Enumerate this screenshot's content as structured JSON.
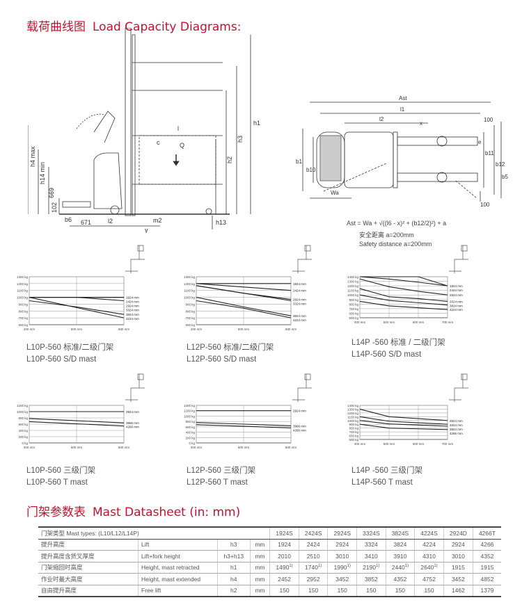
{
  "load_section": {
    "title_cn": "载荷曲线图",
    "title_en": "Load Capacity Diagrams:"
  },
  "side_view_labels": [
    "h4 max",
    "h14 min",
    "h3",
    "h2",
    "h1",
    "h13",
    "m2",
    "l",
    "c",
    "Q",
    "l2",
    "y",
    "671",
    "b6",
    "102",
    "669"
  ],
  "top_view_labels": [
    "Ast",
    "l1",
    "l2",
    "x",
    "100",
    "b1",
    "b10",
    "b11",
    "b12",
    "b5",
    "e",
    "Wa",
    "100"
  ],
  "formula": {
    "text": "Ast = Wa + √((l6 - x)² + (b12/2)²) + a",
    "cn": "安全距离  a=200mm",
    "en": "Safety distance  a=200mm"
  },
  "chart_data": [
    {
      "type": "line",
      "title_cn": "L10P-560 标准/二级门架",
      "title_en": "L10P-560 S/D mast",
      "ylim": [
        600,
        1300
      ],
      "yticks": [
        "1300 kg",
        "1200 kg",
        "1100 kg",
        "1000 kg",
        "900 kg",
        "800 kg",
        "700 kg",
        "600 kg"
      ],
      "x": [
        400,
        500,
        600
      ],
      "xticks": [
        "400 mm",
        "500 mm",
        "600 mm"
      ],
      "series": [
        {
          "name": "1924 mm",
          "values": [
            1000,
            1000,
            1000
          ]
        },
        {
          "name": "2424 mm",
          "values": [
            1000,
            1000,
            1000
          ]
        },
        {
          "name": "2924 mm",
          "values": [
            1000,
            1000,
            1000
          ]
        },
        {
          "name": "3324 mm",
          "values": [
            1000,
            1000,
            950
          ]
        },
        {
          "name": "3824 mm",
          "values": [
            950,
            860,
            750
          ]
        },
        {
          "name": "4224 mm",
          "values": [
            1000,
            850,
            700
          ]
        }
      ]
    },
    {
      "type": "line",
      "title_cn": "L12P-560 标准/二级门架",
      "title_en": "L12P-560 S/D mast",
      "ylim": [
        600,
        1300
      ],
      "yticks": [
        "1300 kg",
        "1200 kg",
        "1100 kg",
        "1000 kg",
        "900 kg",
        "800 kg",
        "700 kg",
        "600 kg"
      ],
      "x": [
        400,
        500,
        600
      ],
      "xticks": [
        "400 mm",
        "500 mm",
        "600 mm"
      ],
      "series": [
        {
          "name": "1924 mm",
          "values": [
            1200,
            1200,
            1200
          ]
        },
        {
          "name": "2424 mm",
          "values": [
            1200,
            1150,
            1100
          ]
        },
        {
          "name": "2924 mm",
          "values": [
            1170,
            1060,
            970
          ]
        },
        {
          "name": "3324 mm",
          "values": [
            1170,
            1060,
            950
          ]
        },
        {
          "name": "3824 mm",
          "values": [
            1000,
            860,
            730
          ]
        },
        {
          "name": "4224 mm",
          "values": [
            950,
            840,
            700
          ]
        }
      ]
    },
    {
      "type": "line",
      "title_cn": "L14P -560 标准 / 二级门架",
      "title_en": "L14P-560 S/D mast",
      "ylim": [
        500,
        1400
      ],
      "yticks": [
        "1400 kg",
        "1300 kg",
        "1200 kg",
        "1100 kg",
        "1000 kg",
        "900 kg",
        "800 kg",
        "700 kg",
        "600 kg",
        "500 kg"
      ],
      "x": [
        400,
        500,
        600,
        700
      ],
      "xticks": [
        "400 mm",
        "500 mm",
        "600 mm",
        "700 mm"
      ],
      "series": [
        {
          "name": "1924 mm",
          "values": [
            1400,
            1400,
            1400,
            1200
          ]
        },
        {
          "name": "2424 mm",
          "values": [
            1400,
            1350,
            1280,
            1200
          ]
        },
        {
          "name": "2924 mm",
          "values": [
            1350,
            1180,
            1080,
            1000
          ]
        },
        {
          "name": "3324 mm",
          "values": [
            1140,
            960,
            920,
            860
          ]
        },
        {
          "name": "3824 mm",
          "values": [
            1000,
            880,
            830,
            780
          ]
        },
        {
          "name": "4224 mm",
          "values": [
            860,
            760,
            720,
            680
          ]
        }
      ]
    },
    {
      "type": "line",
      "title_cn": "L10P-560 三级门架",
      "title_en": "L10P-560 T mast",
      "ylim": [
        0,
        1200
      ],
      "yticks": [
        "1200 kg",
        "1000 kg",
        "800 kg",
        "600 kg",
        "400 kg",
        "200 kg",
        "0 kg"
      ],
      "x": [
        400,
        500,
        600
      ],
      "xticks": [
        "400 mm",
        "500 mm",
        "600 mm"
      ],
      "series": [
        {
          "name": "2924 mm",
          "values": [
            1000,
            1000,
            1000
          ]
        },
        {
          "name": "3966 mm",
          "values": [
            780,
            710,
            640
          ]
        },
        {
          "name": "4266 mm",
          "values": [
            680,
            610,
            540
          ]
        }
      ]
    },
    {
      "type": "line",
      "title_cn": "L12P-560 三级门架",
      "title_en": "L12P-560 T mast",
      "ylim": [
        0,
        1400
      ],
      "yticks": [
        "1400 kg",
        "1200 kg",
        "1000 kg",
        "800 kg",
        "600 kg",
        "400 kg",
        "200 kg",
        "0 kg"
      ],
      "x": [
        400,
        500,
        600
      ],
      "xticks": [
        "400 mm",
        "500 mm",
        "600 mm"
      ],
      "series": [
        {
          "name": "2924 mm",
          "values": [
            1200,
            1200,
            1200
          ]
        },
        {
          "name": "3966 mm",
          "values": [
            760,
            700,
            640
          ]
        },
        {
          "name": "4266 mm",
          "values": [
            680,
            620,
            560
          ]
        }
      ]
    },
    {
      "type": "line",
      "title_cn": "L14P -560 三级门架",
      "title_en": "L14P-560 T mast",
      "ylim": [
        500,
        1400
      ],
      "yticks": [
        "1400 kg",
        "1300 kg",
        "1200 kg",
        "1100 kg",
        "1000 kg",
        "900 kg",
        "800 kg",
        "700 kg",
        "600 kg",
        "500 kg"
      ],
      "x": [
        400,
        500,
        600,
        700
      ],
      "xticks": [
        "400 mm",
        "500 mm",
        "600 mm",
        "700 mm"
      ],
      "series": [
        {
          "name": "2924 mm",
          "values": [
            1300,
            1100,
            1050,
            1000
          ]
        },
        {
          "name": "3324 mm",
          "values": [
            1100,
            980,
            940,
            900
          ]
        },
        {
          "name": "3824 mm",
          "values": [
            1000,
            910,
            880,
            850
          ]
        },
        {
          "name": "4266 mm",
          "values": [
            900,
            800,
            780,
            760
          ]
        }
      ]
    }
  ],
  "mast_section": {
    "title_cn": "门架参数表",
    "title_en": "Mast Datasheet (in: mm)"
  },
  "mast_table": {
    "header": "门架类型 Mast types: (L10/L12/L14P)",
    "columns": [
      "1924S",
      "2424S",
      "2924S",
      "3324S",
      "3824S",
      "4224S",
      "2924D",
      "4266T"
    ],
    "rows": [
      {
        "cn": "提升高度",
        "en": "Lift",
        "sym": "h3",
        "unit": "mm",
        "values": [
          "1924",
          "2424",
          "2924",
          "3324",
          "3824",
          "4224",
          "2924",
          "4266"
        ]
      },
      {
        "cn": "提升高度含货叉厚度",
        "en": "Lift+fork height",
        "sym": "h3+h13",
        "unit": "mm",
        "values": [
          "2010",
          "2510",
          "3010",
          "3410",
          "3910",
          "4310",
          "3010",
          "4352"
        ]
      },
      {
        "cn": "门架缩回时高度",
        "en": "Height, mast retracted",
        "sym": "h1",
        "unit": "mm",
        "values": [
          "1490",
          "1740",
          "1990",
          "2190",
          "2440",
          "2640",
          "1915",
          "1915"
        ],
        "notes": [
          "1)",
          "1)",
          "1)",
          "1)",
          "1)",
          "1)",
          "",
          ""
        ]
      },
      {
        "cn": "作业时最大高度",
        "en": "Height, mast extended",
        "sym": "h4",
        "unit": "mm",
        "values": [
          "2452",
          "2952",
          "3452",
          "3852",
          "4352",
          "4752",
          "3452",
          "4852"
        ]
      },
      {
        "cn": "自由提升高度",
        "en": "Free lift",
        "sym": "h2",
        "unit": "mm",
        "values": [
          "150",
          "150",
          "150",
          "150",
          "150",
          "150",
          "1462",
          "1379"
        ]
      }
    ]
  },
  "colors": {
    "accent": "#c8102e",
    "line": "#222222",
    "grid": "#999999"
  }
}
